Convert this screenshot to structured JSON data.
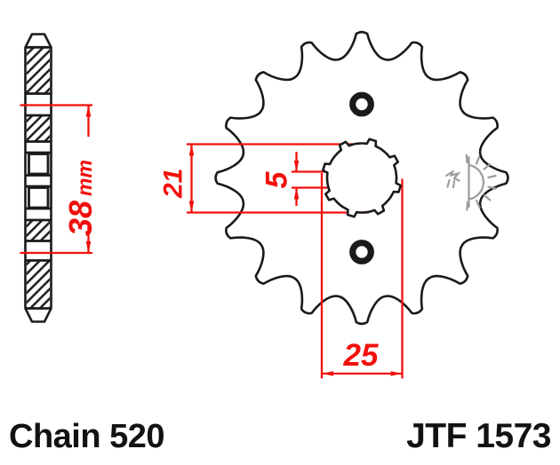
{
  "title": "Front sprocket technical drawing",
  "drawing": {
    "side_view": {
      "width_label": "38",
      "width_unit": "mm"
    },
    "front_view": {
      "teeth_count": 16,
      "spline_bump_count": 8,
      "hub_dim_label": "21",
      "spline_dim_label": "5",
      "bore_dim_label": "25"
    }
  },
  "footer": {
    "chain_label": "Chain 520",
    "part_number": "JTF 1573"
  },
  "colors": {
    "background": "#ffffff",
    "outline": "#1a1a1a",
    "dimension_red": "#f2100c",
    "watermark_gray": "#9c9c9c"
  }
}
